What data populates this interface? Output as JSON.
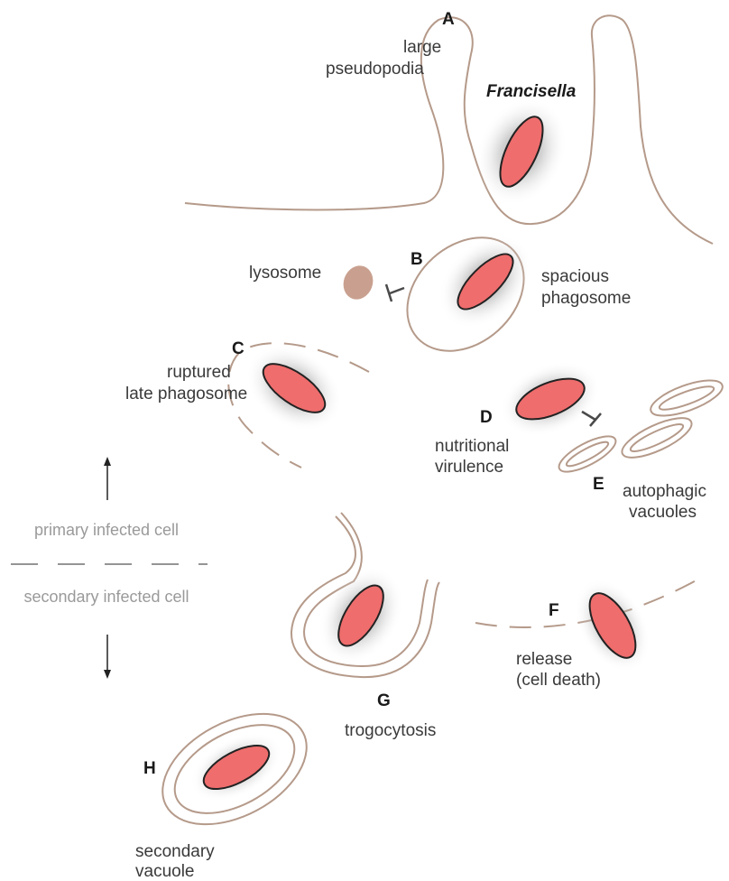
{
  "colors": {
    "bacterium_fill": "#ef6d6d",
    "membrane": "#b59a8a",
    "lysosome": "#c9a08f",
    "divider_text": "#9a9a9a"
  },
  "stages": {
    "A": {
      "letter": "A",
      "label_line1": "large",
      "label_line2": "pseudopodia",
      "organism": "Francisella"
    },
    "B": {
      "letter": "B",
      "lysosome": "lysosome",
      "label_line1": "spacious",
      "label_line2": "phagosome"
    },
    "C": {
      "letter": "C",
      "label_line1": "ruptured",
      "label_line2": "late phagosome"
    },
    "D": {
      "letter": "D",
      "label_line1": "nutritional",
      "label_line2": "virulence"
    },
    "E": {
      "letter": "E",
      "label_line1": "autophagic",
      "label_line2": "vacuoles"
    },
    "F": {
      "letter": "F",
      "label_line1": "release",
      "label_line2": "(cell death)"
    },
    "G": {
      "letter": "G",
      "label": "trogocytosis"
    },
    "H": {
      "letter": "H",
      "label_line1": "secondary",
      "label_line2": "vacuole"
    }
  },
  "divider": {
    "top_label": "primary infected cell",
    "bottom_label": "secondary infected cell"
  }
}
